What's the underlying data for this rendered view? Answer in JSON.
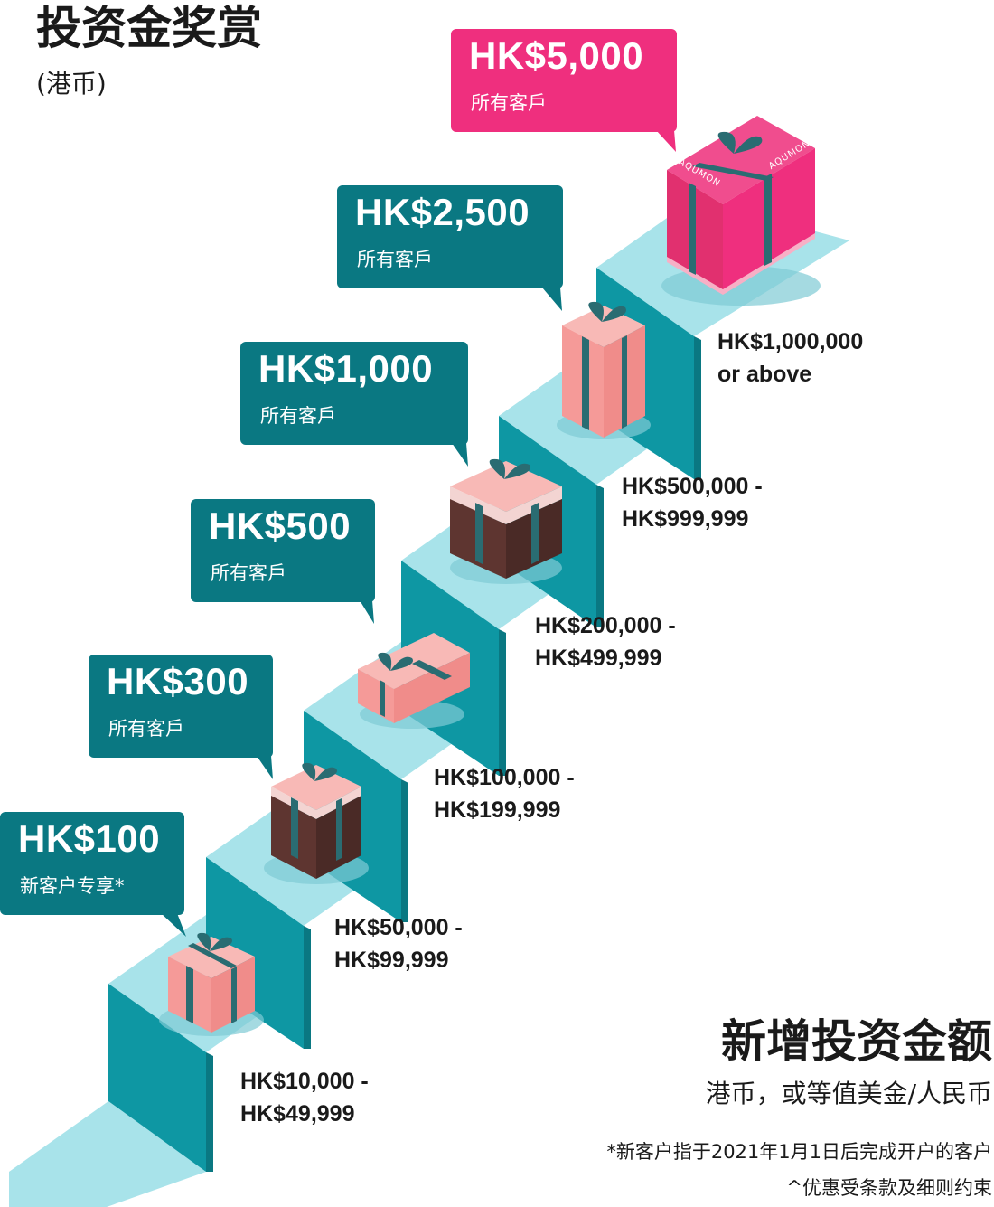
{
  "title": "投资金奖赏",
  "subtitle": "(港币)",
  "headline": "新增投资金额",
  "unit_note": "港币，或等值美金/人民币",
  "footnote_new_client": "*新客户指于2021年1月1日后完成开户的客户",
  "footnote_terms": "^优惠受条款及细则约束",
  "brand_on_box": "AQUMON",
  "tiers": [
    {
      "reward": "HK$100",
      "eligibility": "新客户专享*",
      "range_line1": "HK$10,000 -",
      "range_line2": "HK$49,999"
    },
    {
      "reward": "HK$300",
      "eligibility": "所有客戶",
      "range_line1": "HK$50,000 -",
      "range_line2": "HK$99,999"
    },
    {
      "reward": "HK$500",
      "eligibility": "所有客戶",
      "range_line1": "HK$100,000 -",
      "range_line2": "HK$199,999"
    },
    {
      "reward": "HK$1,000",
      "eligibility": "所有客戶",
      "range_line1": "HK$200,000 -",
      "range_line2": "HK$499,999"
    },
    {
      "reward": "HK$2,500",
      "eligibility": "所有客戶",
      "range_line1": "HK$500,000 -",
      "range_line2": "HK$999,999"
    },
    {
      "reward": "HK$5,000",
      "eligibility": "所有客戶",
      "range_line1": "HK$1,000,000",
      "range_line2": "or above"
    }
  ],
  "colors": {
    "teal_dark": "#0a7882",
    "teal_mid": "#0e97a3",
    "teal_light": "#a8e3ea",
    "pink_hot": "#ef2f7e",
    "gift_pink": "#f59a98",
    "gift_brown": "#5e3530",
    "ribbon": "#2a6c72"
  }
}
